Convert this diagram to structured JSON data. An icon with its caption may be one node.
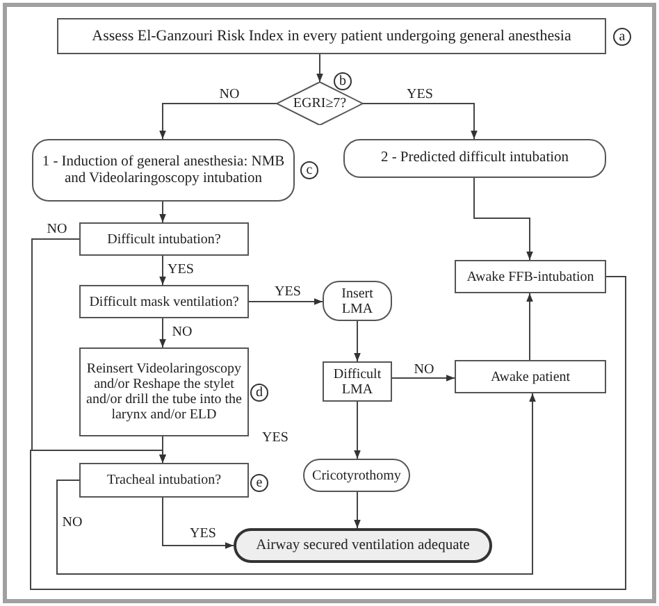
{
  "diagram": {
    "nodes": [
      {
        "text": [
          "Assess El-Ganzouri Risk Index in every patient undergoing general anesthesia"
        ],
        "beside": [
          "a"
        ]
      },
      {
        "text": [
          "EGRI≥7?"
        ],
        "beside": [
          "b"
        ]
      },
      {
        "text": [
          "1 - Induction of general anesthesia: NMB and Videolaringoscopy intubation"
        ],
        "beside": [
          "c"
        ]
      },
      {
        "text": [
          "2 - Predicted difficult intubation"
        ]
      },
      {
        "text": [
          "Difficult intubation?"
        ]
      },
      {
        "text": [
          "Difficult mask ventilation?"
        ]
      },
      {
        "text": [
          "Insert LMA"
        ]
      },
      {
        "text": [
          "Reinsert Videolaringoscopy and/or Reshape the stylet and/or drill the tube into the larynx and/or ELD"
        ],
        "beside": [
          "d"
        ]
      },
      {
        "text": [
          "Awake FFB-intubation"
        ]
      },
      {
        "text": [
          "Difficult LMA"
        ]
      },
      {
        "text": [
          "Awake patient"
        ]
      },
      {
        "text": [
          "Cricotyrothomy"
        ]
      },
      {
        "text": [
          "Tracheal intubation?"
        ],
        "beside": [
          "e"
        ]
      },
      {
        "text": [
          "Airway secured ventilation adequate"
        ]
      }
    ],
    "edges": [
      {
        "from": 0,
        "to": 1,
        "arrow": "to"
      },
      {
        "from": 1,
        "to": 2,
        "arrow": "to",
        "label": "NO"
      },
      {
        "from": 1,
        "to": 3,
        "arrow": "to",
        "label": "YES"
      },
      {
        "from": 2,
        "to": 4,
        "arrow": "to"
      },
      {
        "from": 4,
        "to": 12,
        "arrow": "to",
        "label": "NO"
      },
      {
        "from": 4,
        "to": 5,
        "arrow": "to",
        "label": "YES"
      },
      {
        "from": 5,
        "to": 6,
        "arrow": "to",
        "label": "YES"
      },
      {
        "from": 5,
        "to": 7,
        "arrow": "to",
        "label": "NO"
      },
      {
        "from": 6,
        "to": 9,
        "arrow": "to"
      },
      {
        "from": 7,
        "to": 12,
        "arrow": "to"
      },
      {
        "from": 9,
        "to": 10,
        "arrow": "to",
        "label": "NO"
      },
      {
        "from": 9,
        "to": 11,
        "arrow": "to",
        "label": "YES"
      },
      {
        "from": 10,
        "to": 8,
        "arrow": "to"
      },
      {
        "from": 3,
        "to": 8,
        "arrow": "to"
      },
      {
        "from": 11,
        "to": 13,
        "arrow": "to"
      },
      {
        "from": 12,
        "to": 13,
        "arrow": "to",
        "label": "YES"
      },
      {
        "from": 12,
        "to": 10,
        "arrow": "to",
        "label": "NO"
      },
      {
        "from": 8,
        "to": 12,
        "arrow": "to"
      }
    ]
  }
}
